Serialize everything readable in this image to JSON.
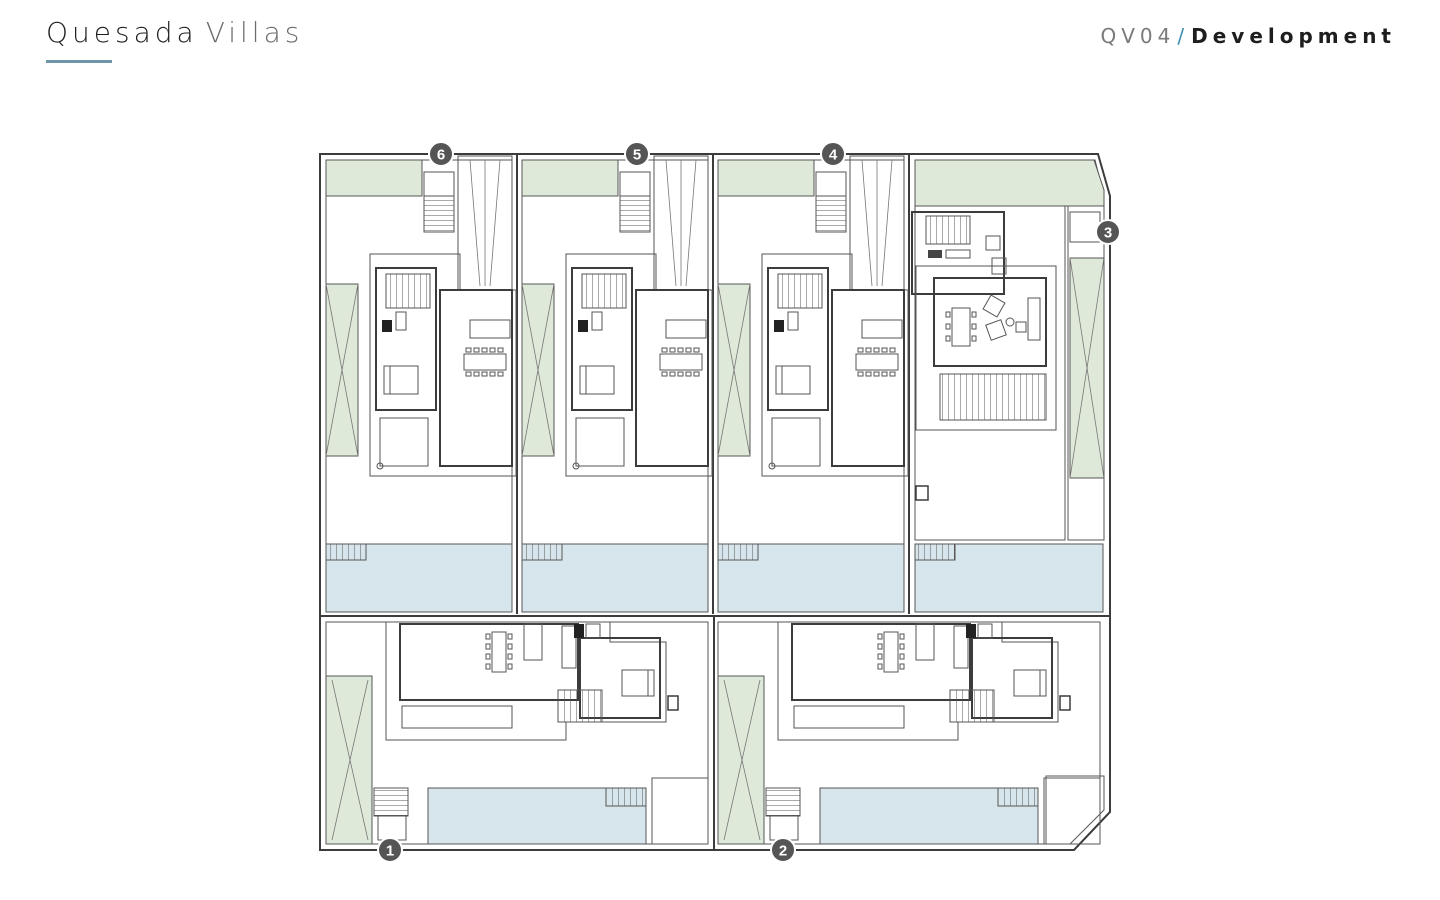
{
  "header": {
    "brand_primary": "Quesada",
    "brand_secondary": "Villas",
    "project_code": "QV04",
    "separator": "/",
    "section": "Development"
  },
  "plan": {
    "villas": [
      {
        "number": "1"
      },
      {
        "number": "2"
      },
      {
        "number": "3"
      },
      {
        "number": "4"
      },
      {
        "number": "5"
      },
      {
        "number": "6"
      }
    ]
  },
  "colors": {
    "garden": "#dfe9d9",
    "pool": "#d7e6ec",
    "wall": "#3c3c3c",
    "marker": "#555555",
    "accent": "#6f97a8"
  }
}
